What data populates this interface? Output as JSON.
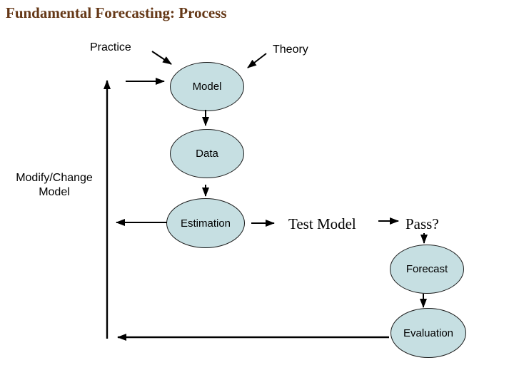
{
  "slide": {
    "title": "Fundamental Forecasting: Process"
  },
  "labels": {
    "practice": "Practice",
    "theory": "Theory",
    "modify_line1": "Modify/Change",
    "modify_line2": "Model",
    "test_model": "Test Model",
    "pass": "Pass?"
  },
  "nodes": {
    "model": "Model",
    "data": "Data",
    "estimation": "Estimation",
    "forecast": "Forecast",
    "evaluation": "Evaluation"
  },
  "colors": {
    "title": "#653817",
    "node_fill": "#c6dfe2",
    "node_border": "#1a1a1a",
    "arrow": "#000000",
    "background": "#ffffff"
  },
  "diagram": {
    "type": "flowchart",
    "edges": [
      "Practice -> Model",
      "Theory -> Model",
      "Model -> Data",
      "Data -> Estimation",
      "Estimation -> Test Model",
      "Test Model -> Pass?",
      "Pass? -> Forecast",
      "Forecast -> Evaluation",
      "Evaluation -> feedback line (bottom, leftward)",
      "Estimation -> Modify/Change Model (leftward)",
      "Modify/Change Model -> Model (feedback line up, rightward into Model)"
    ]
  }
}
